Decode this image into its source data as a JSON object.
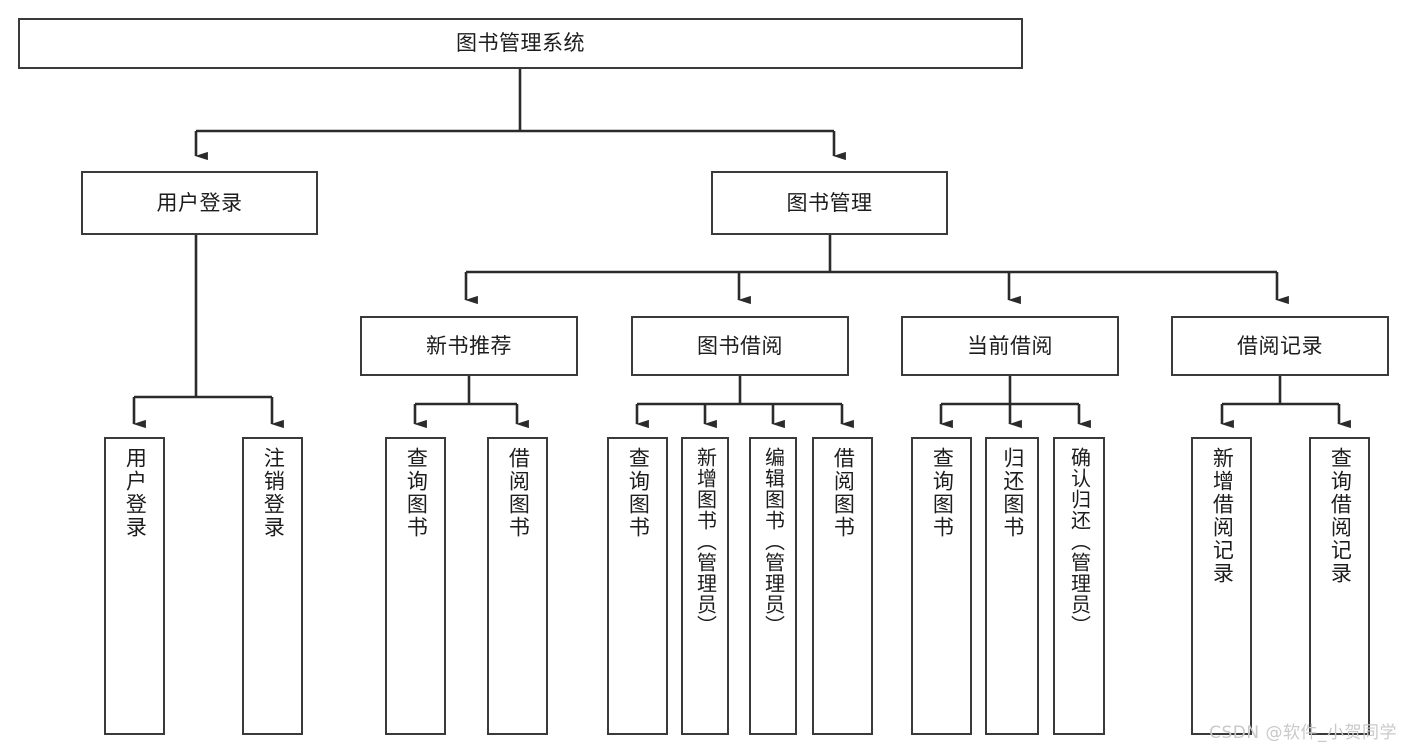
{
  "diagram": {
    "type": "tree",
    "title": "图书管理系统",
    "watermark": "CSDN @软件_小贺同学",
    "colors": {
      "box_border": "#3a3a3a",
      "box_fill": "#ffffff",
      "text": "#1d1d1d",
      "connector": "#2b2b2b",
      "watermark": "#c9c9c9",
      "background": "#ffffff"
    },
    "root": {
      "label": "图书管理系统"
    },
    "level2": [
      {
        "label": "用户登录"
      },
      {
        "label": "图书管理"
      }
    ],
    "level3": [
      {
        "label": "新书推荐"
      },
      {
        "label": "图书借阅"
      },
      {
        "label": "当前借阅"
      },
      {
        "label": "借阅记录"
      }
    ],
    "leaves": {
      "user_login": [
        {
          "label": "用户登录"
        },
        {
          "label": "注销登录"
        }
      ],
      "new_book": [
        {
          "label": "查询图书"
        },
        {
          "label": "借阅图书"
        }
      ],
      "book_borrow": [
        {
          "label": "查询图书"
        },
        {
          "label": "新增图书（管理员）"
        },
        {
          "label": "编辑图书（管理员）"
        },
        {
          "label": "借阅图书"
        }
      ],
      "current_borrow": [
        {
          "label": "查询图书"
        },
        {
          "label": "归还图书"
        },
        {
          "label": "确认归还（管理员）"
        }
      ],
      "borrow_record": [
        {
          "label": "新增借阅记录"
        },
        {
          "label": "查询借阅记录"
        }
      ]
    }
  }
}
